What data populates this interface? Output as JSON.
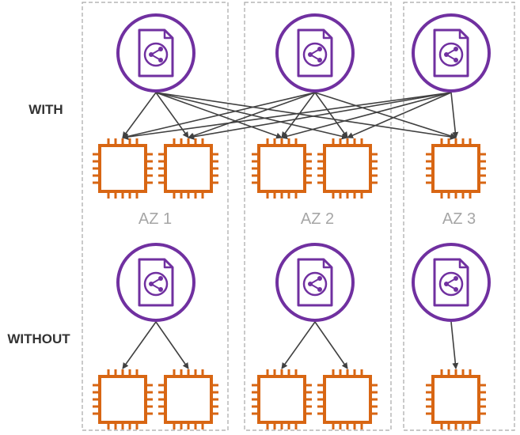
{
  "labels": {
    "with": "WITH",
    "without": "WITHOUT"
  },
  "zones": [
    {
      "label": "AZ 1"
    },
    {
      "label": "AZ 2"
    },
    {
      "label": "AZ 3"
    }
  ],
  "icons": {
    "load_balancer": "load-balancer-icon",
    "instance": "ec2-instance-chip-icon"
  },
  "colors": {
    "load_balancer": "#7030a0",
    "instance": "#d86613",
    "connector": "#404040",
    "zone_border": "#a6a6a6",
    "zone_label": "#a6a6a6"
  },
  "sections": {
    "with": {
      "load_balancers_per_zone": [
        1,
        1,
        1
      ],
      "instances_per_zone": [
        2,
        2,
        1
      ],
      "cross_zone": true
    },
    "without": {
      "load_balancers_per_zone": [
        1,
        1,
        1
      ],
      "instances_per_zone": [
        2,
        2,
        1
      ],
      "cross_zone": false
    }
  }
}
